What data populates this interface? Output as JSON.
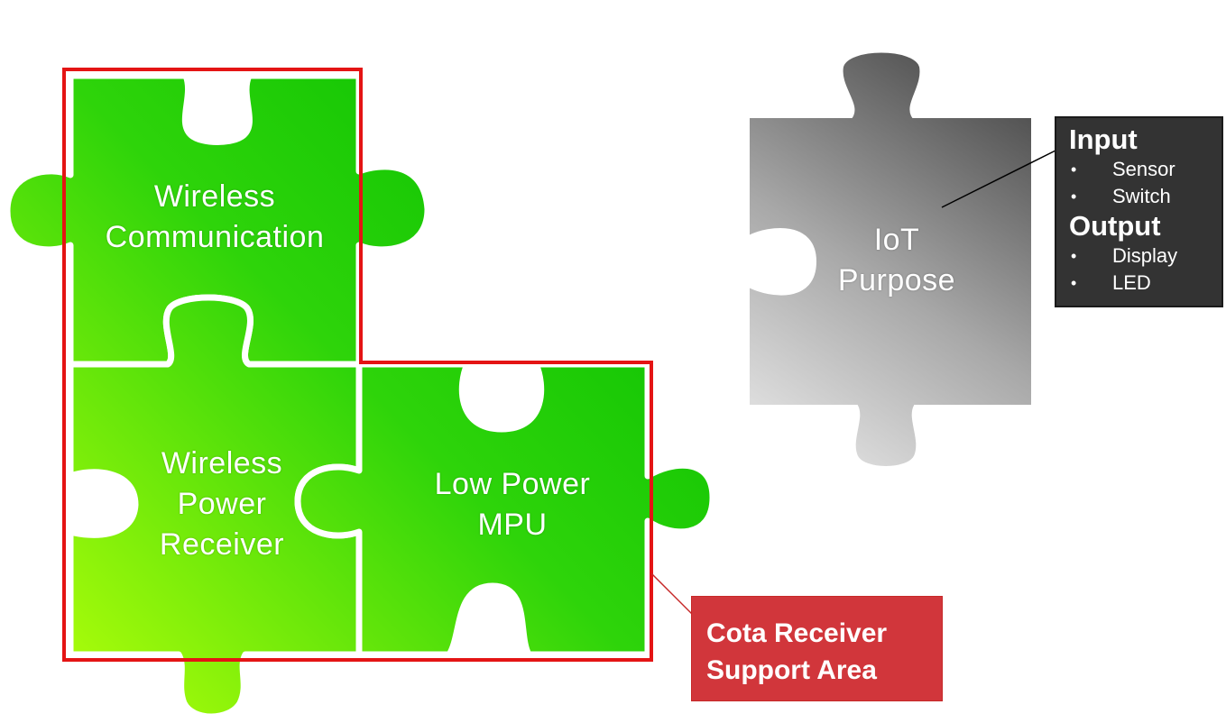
{
  "pieces": {
    "wireless_communication": [
      "Wireless",
      "Communication"
    ],
    "wireless_power_receiver": [
      "Wireless",
      "Power",
      "Receiver"
    ],
    "low_power_mpu": [
      "Low Power",
      "MPU"
    ],
    "iot_purpose": [
      "IoT",
      "Purpose"
    ]
  },
  "io_box": {
    "input_heading": "Input",
    "input_items": [
      "Sensor",
      "Switch"
    ],
    "output_heading": "Output",
    "output_items": [
      "Display",
      "LED"
    ]
  },
  "callout": {
    "lines": [
      "Cota Receiver",
      "Support Area"
    ]
  },
  "colors": {
    "green_dark": "#00c400",
    "green_light": "#a8ff10",
    "gray_dark": "#444444",
    "gray_light": "#e6e6e6",
    "outline_red": "#e41414",
    "callout_red": "#d1363b",
    "info_box": "#333333"
  }
}
